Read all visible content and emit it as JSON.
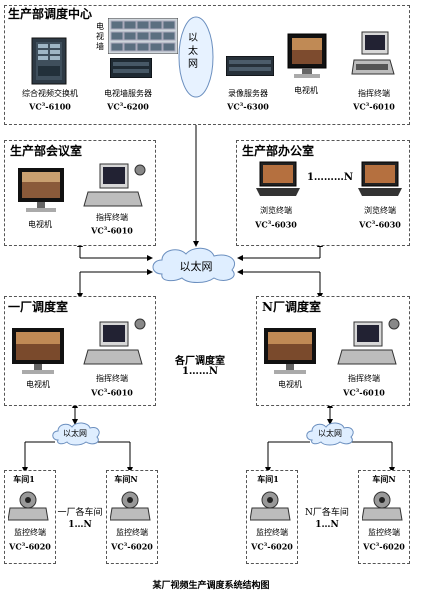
{
  "top": {
    "title": "生产部调度中心",
    "tvwall_label": "电视墙",
    "ethernet_label": "以太网",
    "devices": [
      {
        "name": "综合视频交换机",
        "model": "6100"
      },
      {
        "name": "电视墙服务器",
        "model": "6200"
      },
      {
        "name": "录像服务器",
        "model": "6300"
      },
      {
        "name": "电视机",
        "model": ""
      },
      {
        "name": "指挥终端",
        "model": "6010"
      }
    ]
  },
  "meeting": {
    "title": "生产部会议室",
    "tv_label": "电视机",
    "terminal_label": "指挥终端",
    "terminal_model": "6010"
  },
  "office": {
    "title": "生产部办公室",
    "range_label": "1………N",
    "browser_label": "浏览终端",
    "browser_model": "6030"
  },
  "center_ethernet": "以太网",
  "factory1": {
    "title": "一厂调度室",
    "tv_label": "电视机",
    "terminal_label": "指挥终端",
    "terminal_model": "6010"
  },
  "factoryN": {
    "title": "N厂调度室",
    "tv_label": "电视机",
    "terminal_label": "指挥终端",
    "terminal_model": "6010"
  },
  "middle": {
    "line1": "各厂调度室",
    "line2": "1……N"
  },
  "small_ethernet": "以太网",
  "workshops_left": {
    "ws1": "车间1",
    "wsN": "车间N",
    "middle_line1": "一厂各车间",
    "middle_line2": "1…N",
    "monitor_label": "监控终端",
    "monitor_model": "6020"
  },
  "workshops_right": {
    "ws1": "车间1",
    "wsN": "车间N",
    "middle_line1": "N厂各车间",
    "middle_line2": "1…N",
    "monitor_label": "监控终端",
    "monitor_model": "6020"
  },
  "model_prefix": "VC",
  "model_sup": "3",
  "caption": "某厂视频生产调度系统结构图"
}
